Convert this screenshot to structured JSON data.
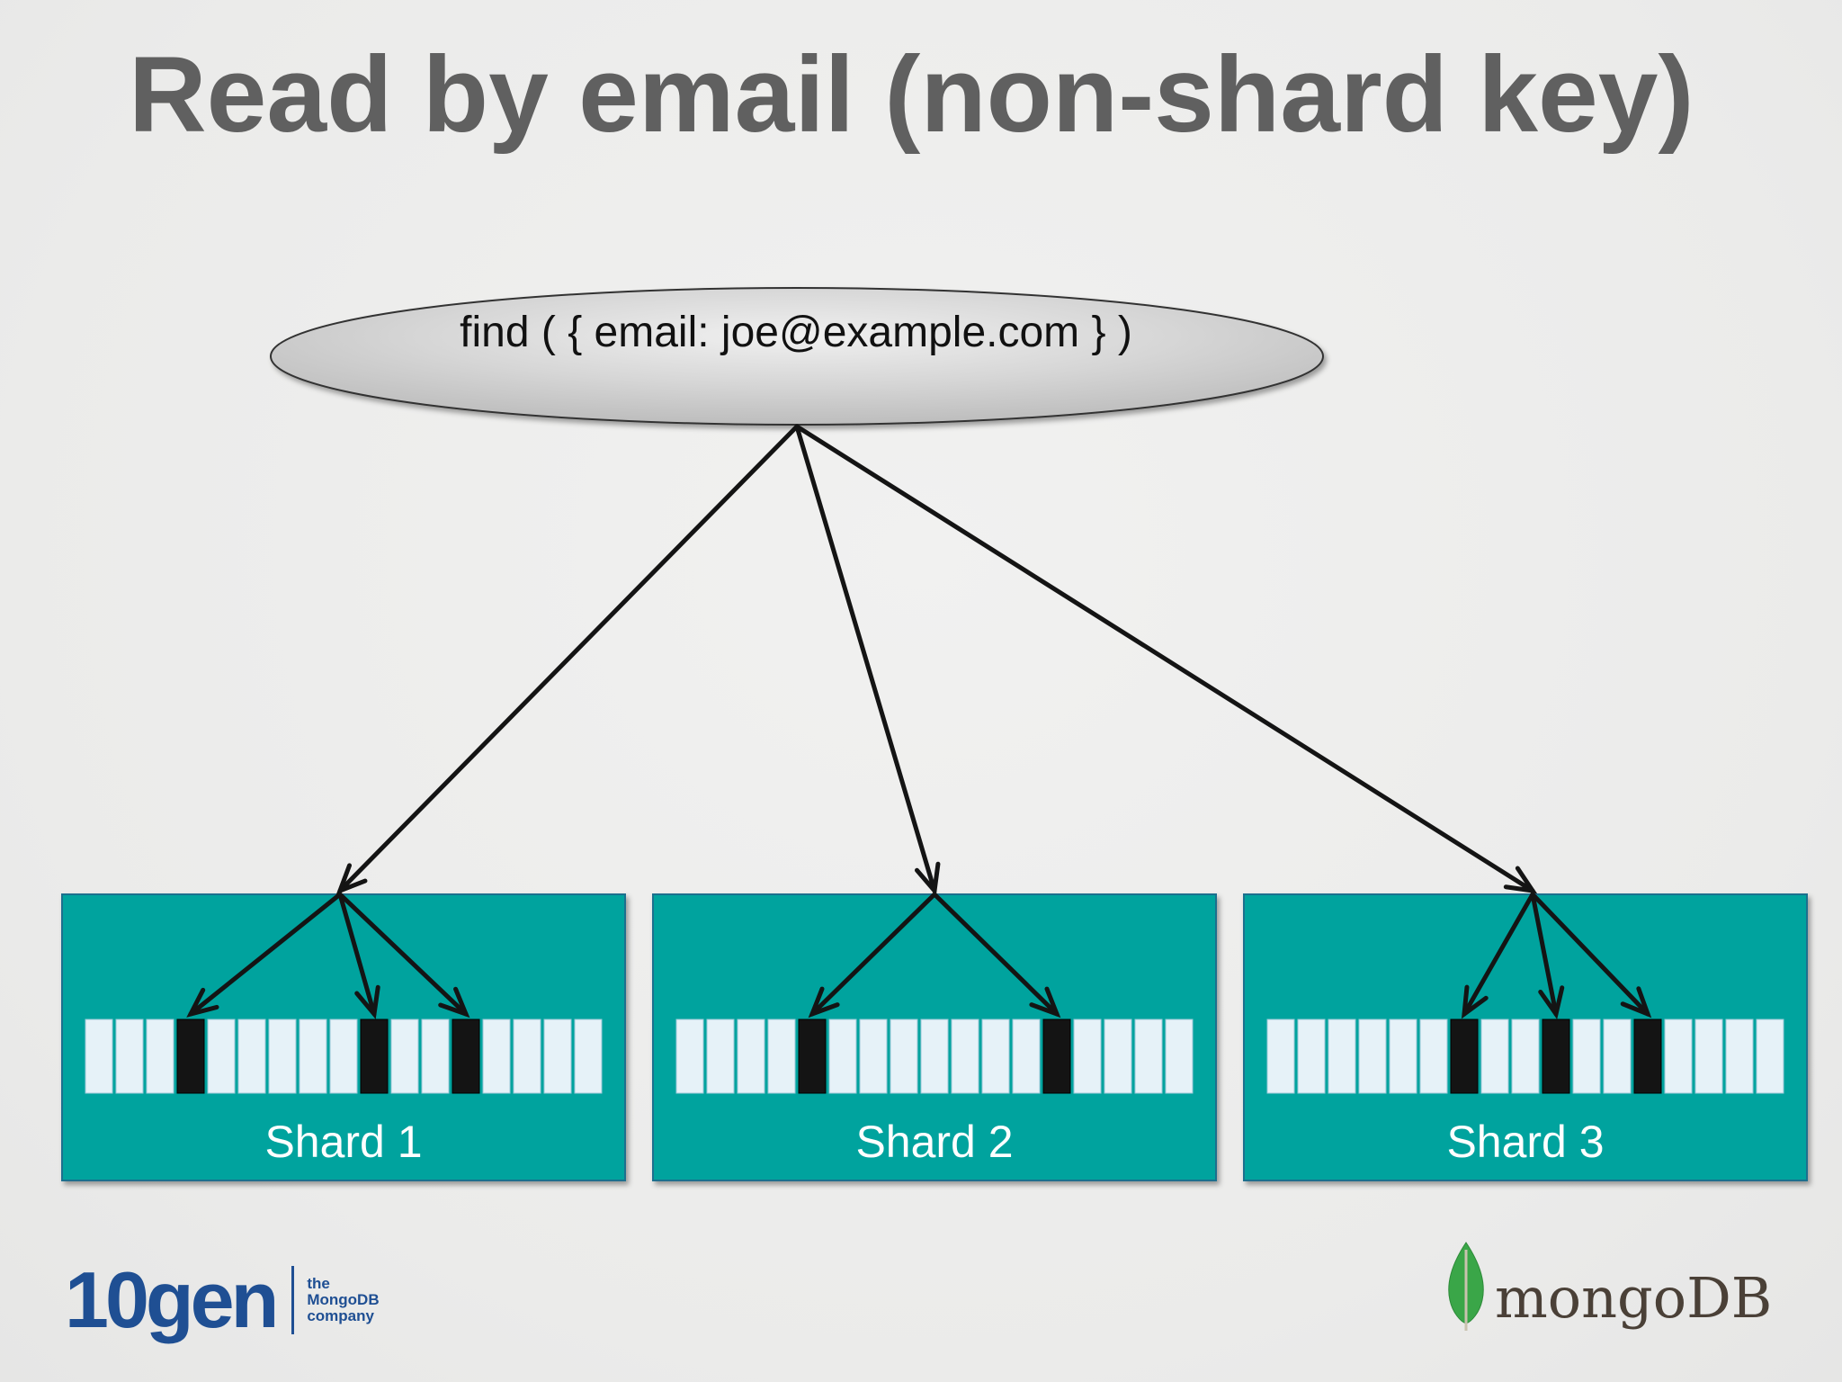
{
  "slide": {
    "title": "Read by email (non-shard key)"
  },
  "query": {
    "text": "find ( { email: joe@example.com } )"
  },
  "shards": [
    {
      "label": "Shard 1",
      "highlighted_slots": [
        3,
        9,
        12
      ]
    },
    {
      "label": "Shard 2",
      "highlighted_slots": [
        4,
        12
      ]
    },
    {
      "label": "Shard 3",
      "highlighted_slots": [
        6,
        9,
        12
      ]
    }
  ],
  "slots_per_shard": 17,
  "colors": {
    "shard_fill": "#03a39e",
    "slot_fill": "#e6f2f8",
    "slot_highlight": "#141414",
    "ellipse_fill": "#d2d2d2",
    "title": "#606060",
    "arrow": "#141414"
  },
  "logos": {
    "left": {
      "brand": "10gen",
      "tagline_1": "the",
      "tagline_2": "MongoDB",
      "tagline_3": "company"
    },
    "right": {
      "wordmark": "mongoDB",
      "icon": "leaf-icon"
    }
  }
}
